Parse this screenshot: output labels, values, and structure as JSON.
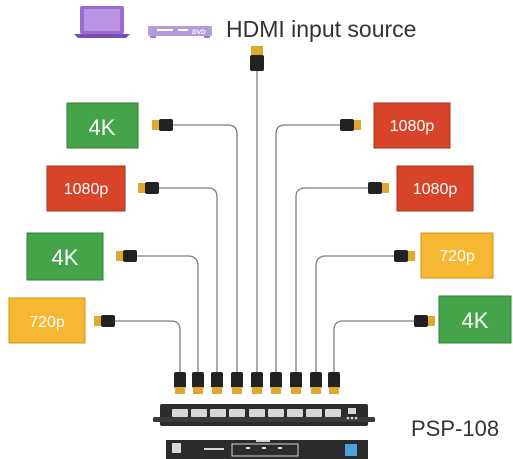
{
  "source": {
    "title": "HDMI input source",
    "dvd_label": "DVD",
    "laptop_icon": "laptop-icon",
    "dvd_icon": "dvd-player-icon"
  },
  "device": {
    "model": "PSP-108",
    "front_panel_icon": "hdmi-splitter-front-icon",
    "back_panel_icon": "hdmi-splitter-back-icon"
  },
  "displays": [
    {
      "label": "4K",
      "color": "#45a34a"
    },
    {
      "label": "1080p",
      "color": "#d8442a"
    },
    {
      "label": "4K",
      "color": "#45a34a"
    },
    {
      "label": "720p",
      "color": "#f6b832"
    },
    {
      "label": "1080p",
      "color": "#d8442a"
    },
    {
      "label": "1080p",
      "color": "#d8442a"
    },
    {
      "label": "720p",
      "color": "#f6b832"
    },
    {
      "label": "4K",
      "color": "#45a34a"
    }
  ],
  "colors": {
    "laptop": "#9a6bd1",
    "cable": "#7f7f7f",
    "connector_gold": "#e0a82e",
    "device_body": "#2b2b2b"
  }
}
